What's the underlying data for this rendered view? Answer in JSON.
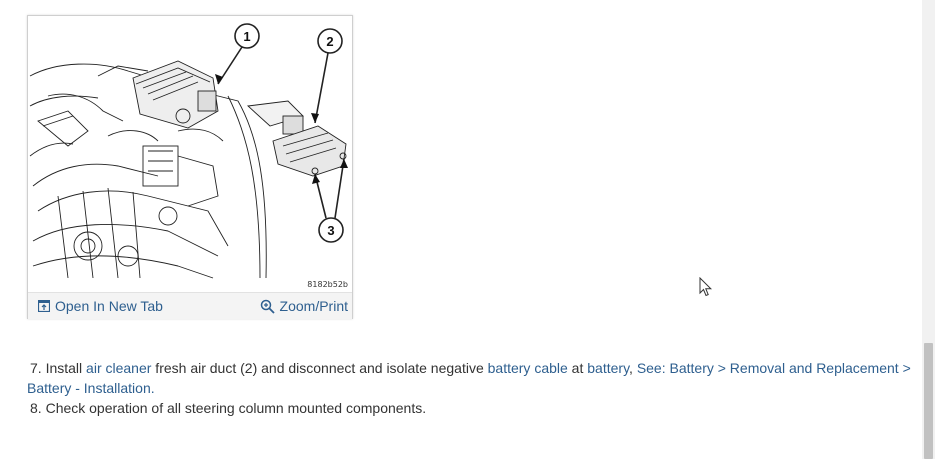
{
  "figure": {
    "image_code": "8182b52b",
    "callouts": [
      "1",
      "2",
      "3"
    ],
    "open_tab_label": "Open In New Tab",
    "zoom_label": "Zoom/Print",
    "open_tab_icon": "open-in-new-tab-icon",
    "zoom_icon": "magnifier-plus-icon"
  },
  "steps": [
    {
      "number": "7.",
      "t1": " Install ",
      "link1": "air cleaner",
      "t2": " fresh air duct (2) and disconnect and isolate negative ",
      "link2": "battery cable",
      "t3": " at ",
      "link3": "battery",
      "t4": ", ",
      "link4": "See: Battery > Removal and Replacement > Battery - Installation."
    },
    {
      "number": "8.",
      "text": " Check operation of all steering column mounted components."
    }
  ],
  "colors": {
    "link": "#2e5f8f",
    "text": "#333333",
    "toolbar_bg": "#f4f4f4"
  }
}
